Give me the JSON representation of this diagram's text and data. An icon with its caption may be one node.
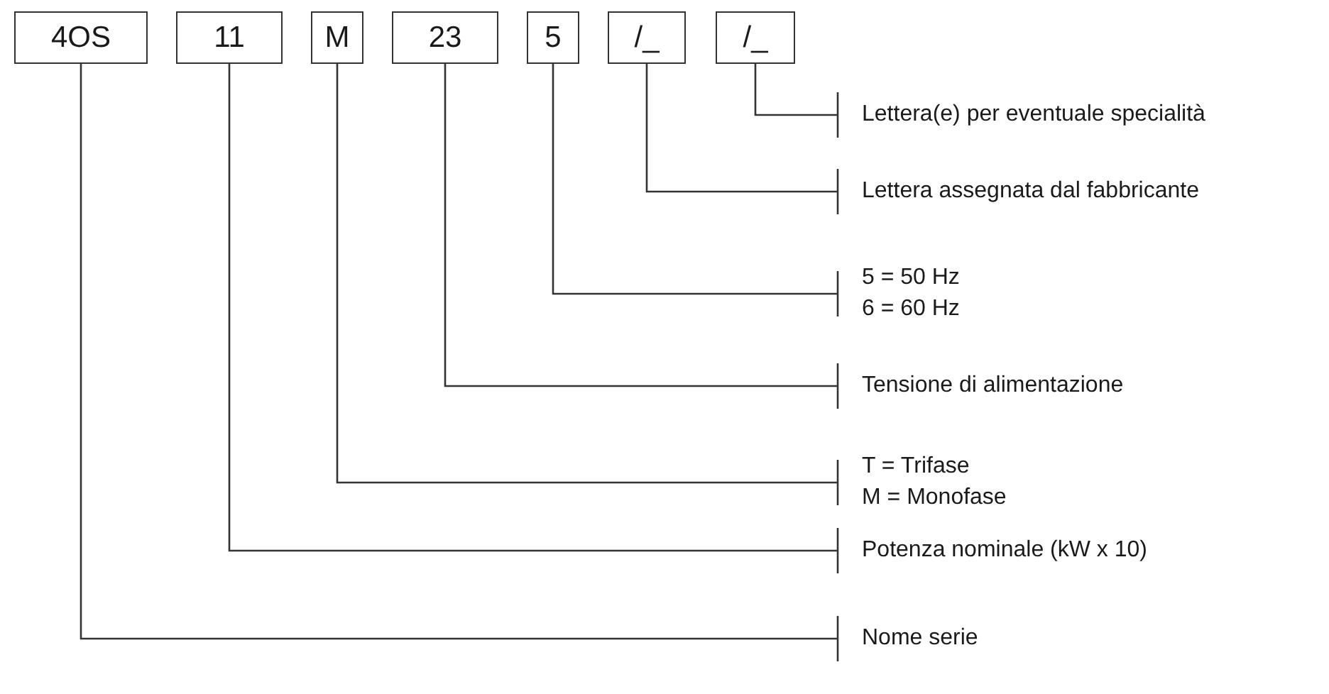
{
  "diagram": {
    "nodes": [
      {
        "text": [
          "4OS"
        ]
      },
      {
        "text": [
          "11"
        ]
      },
      {
        "text": [
          "M"
        ]
      },
      {
        "text": [
          "23"
        ]
      },
      {
        "text": [
          "5"
        ]
      },
      {
        "text": [
          "/_"
        ]
      },
      {
        "text": [
          "/_"
        ]
      },
      {
        "text": [
          "Lettera(e) per eventuale specialità"
        ]
      },
      {
        "text": [
          "Lettera assegnata dal fabbricante"
        ]
      },
      {
        "text": [
          "5 = 50 Hz",
          "6 = 60 Hz"
        ]
      },
      {
        "text": [
          "Tensione di alimentazione"
        ]
      },
      {
        "text": [
          "T = Trifase",
          "M = Monofase"
        ]
      },
      {
        "text": [
          "Potenza nominale (kW x 10)"
        ]
      },
      {
        "text": [
          "Nome serie"
        ]
      }
    ],
    "edges": [
      {
        "from": 6,
        "to": 7,
        "arrow": "other"
      },
      {
        "from": 5,
        "to": 8,
        "arrow": "other"
      },
      {
        "from": 4,
        "to": 9,
        "arrow": "other"
      },
      {
        "from": 3,
        "to": 10,
        "arrow": "other"
      },
      {
        "from": 2,
        "to": 11,
        "arrow": "other"
      },
      {
        "from": 1,
        "to": 12,
        "arrow": "other"
      },
      {
        "from": 0,
        "to": 13,
        "arrow": "other"
      }
    ]
  }
}
